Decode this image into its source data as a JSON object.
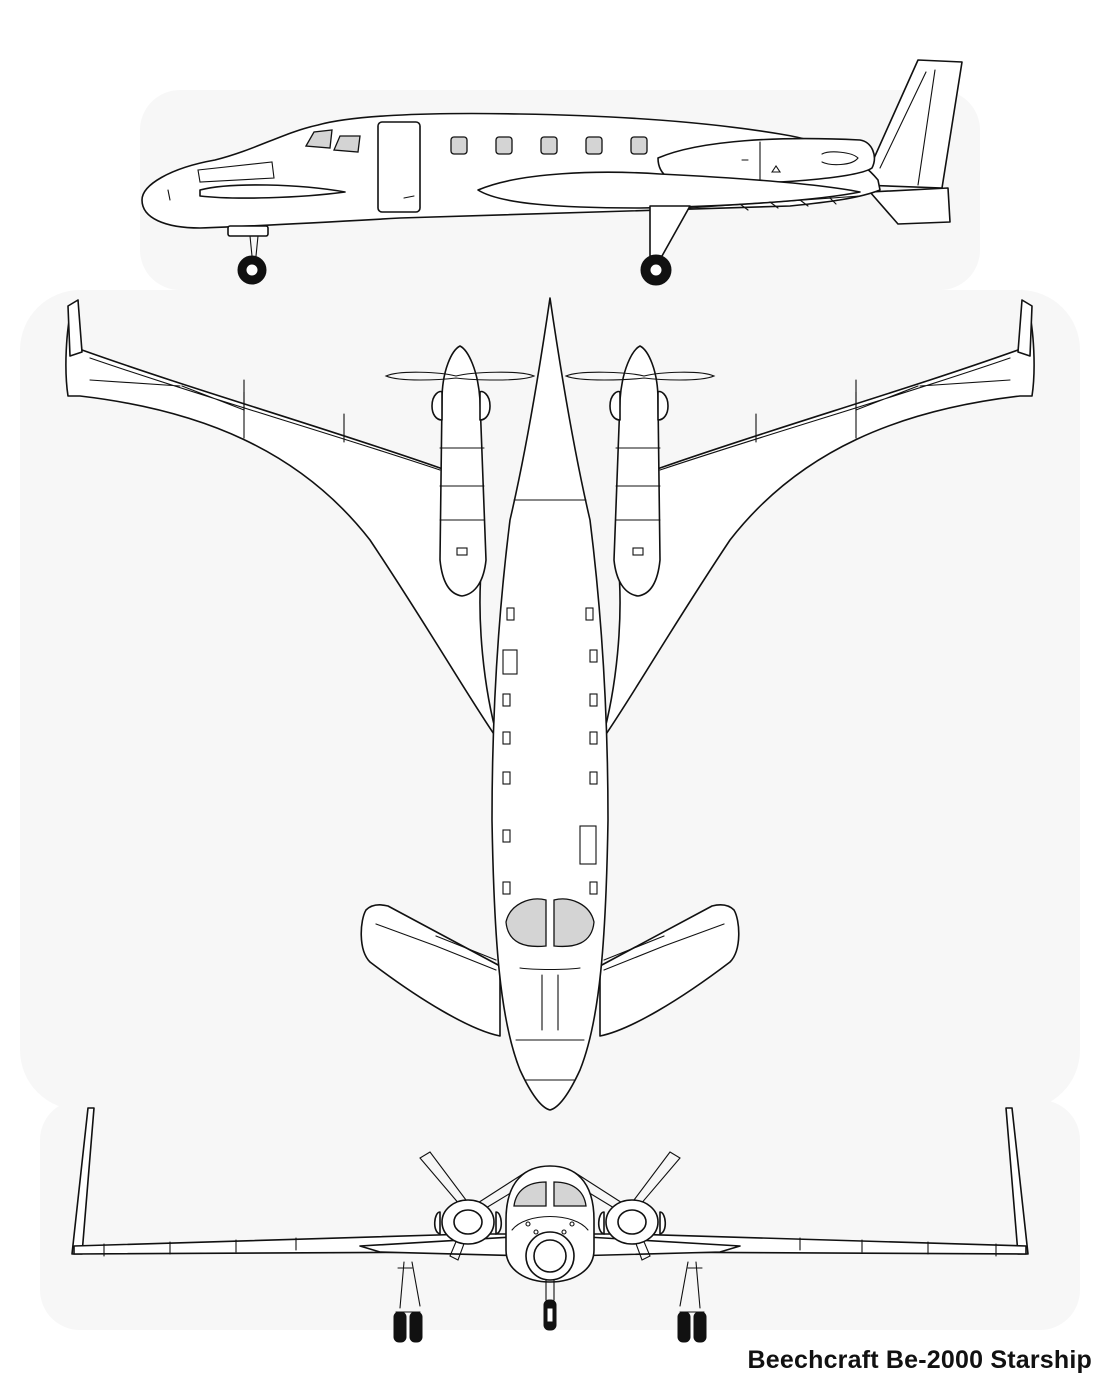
{
  "caption": "Beechcraft Be-2000 Starship",
  "colors": {
    "line": "#111111",
    "glass": "#d4d4d4",
    "paper": "#ffffff"
  },
  "views": [
    "side-view",
    "top-view",
    "front-view"
  ]
}
